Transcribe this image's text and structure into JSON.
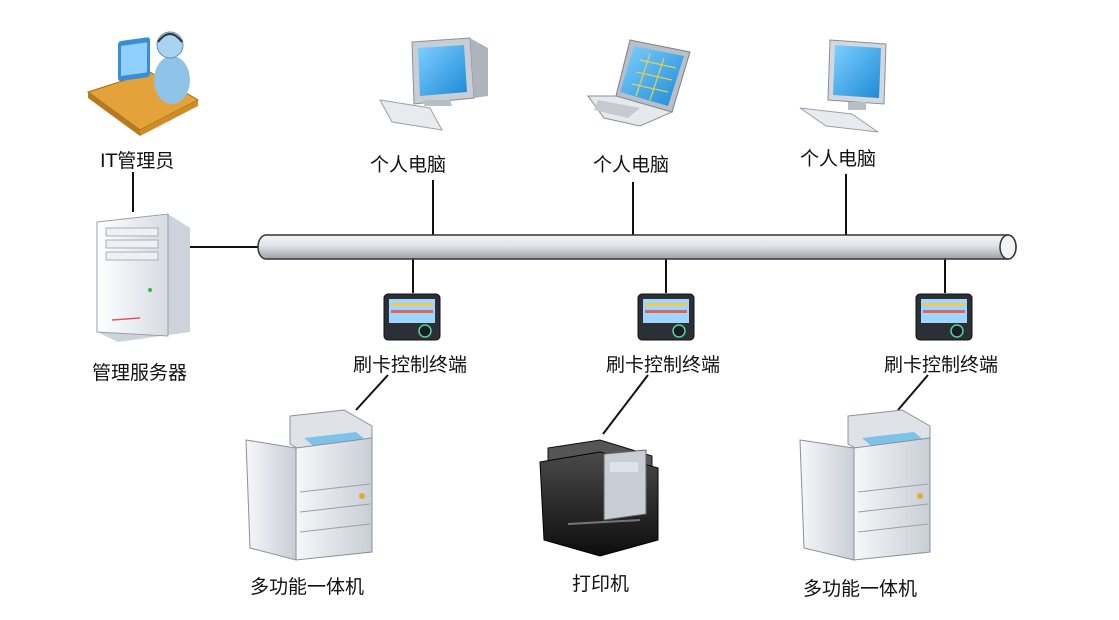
{
  "diagram": {
    "nodes": {
      "it_admin": "IT管理员",
      "server": "管理服务器",
      "pc_1": "个人电脑",
      "pc_2": "个人电脑",
      "pc_3": "个人电脑",
      "terminal_1": "刷卡控制终端",
      "terminal_2": "刷卡控制终端",
      "terminal_3": "刷卡控制终端",
      "mfp_1": "多功能一体机",
      "printer": "打印机",
      "mfp_2": "多功能一体机"
    },
    "colors": {
      "line": "#111111",
      "bus": "#dcdde2",
      "screen": "#2a9fe0",
      "device_body": "#e9ecef",
      "printer_body": "#1e1e1e",
      "desk": "#e3a23a"
    }
  }
}
